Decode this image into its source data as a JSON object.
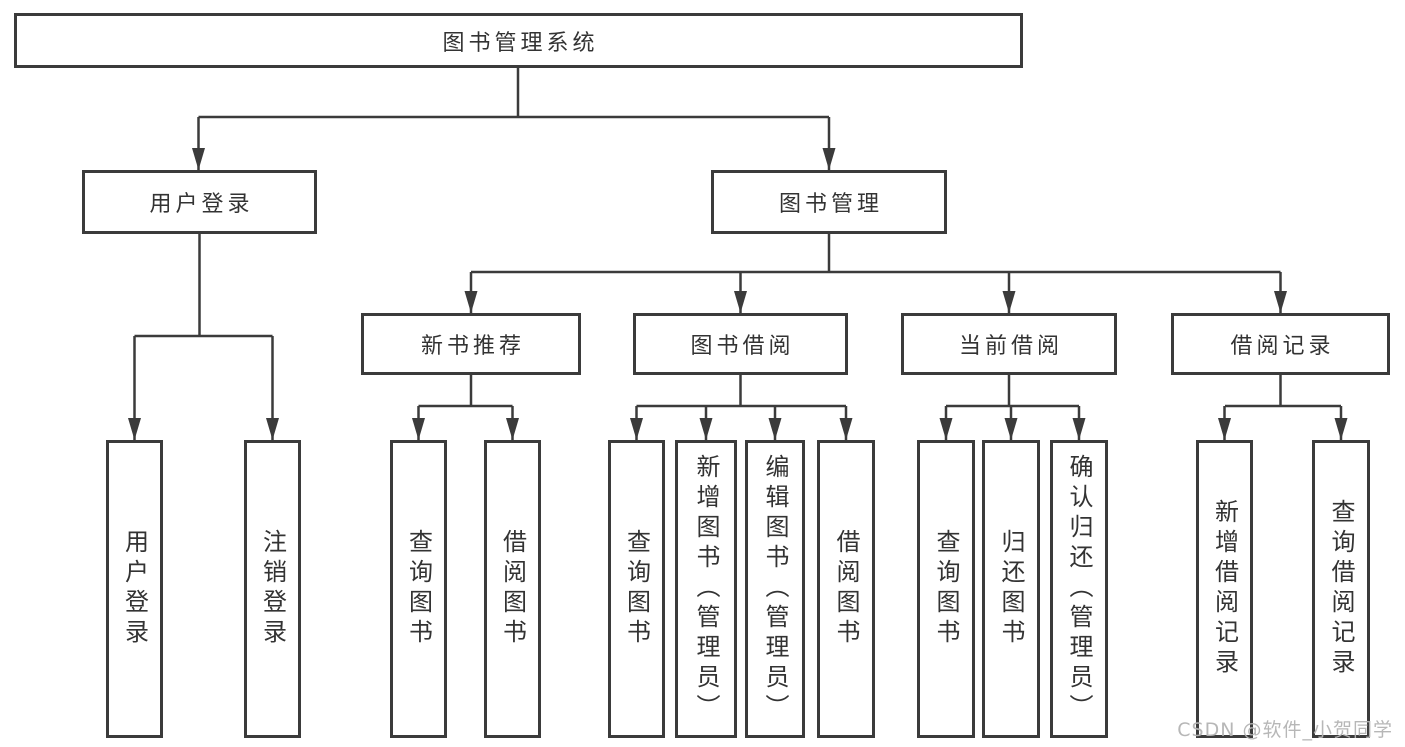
{
  "diagram": {
    "title": "图书管理系统",
    "root": {
      "label": "图书管理系统"
    },
    "branches": [
      {
        "label": "用户登录",
        "children": [
          {
            "label": "用户登录"
          },
          {
            "label": "注销登录"
          }
        ]
      },
      {
        "label": "图书管理",
        "children": [
          {
            "label": "新书推荐",
            "children": [
              {
                "label": "查询图书"
              },
              {
                "label": "借阅图书"
              }
            ]
          },
          {
            "label": "图书借阅",
            "children": [
              {
                "label": "查询图书"
              },
              {
                "label": "新增图书（管理员）"
              },
              {
                "label": "编辑图书（管理员）"
              },
              {
                "label": "借阅图书"
              }
            ]
          },
          {
            "label": "当前借阅",
            "children": [
              {
                "label": "查询图书"
              },
              {
                "label": "归还图书"
              },
              {
                "label": "确认归还（管理员）"
              }
            ]
          },
          {
            "label": "借阅记录",
            "children": [
              {
                "label": "新增借阅记录"
              },
              {
                "label": "查询借阅记录"
              }
            ]
          }
        ]
      }
    ]
  },
  "watermark": {
    "text": "CSDN @软件_小贺同学"
  },
  "colors": {
    "line": "#3b3b3b",
    "box_border": "#3b3b3b",
    "text": "#333333",
    "watermark": "#b4b4b4",
    "background": "#ffffff"
  }
}
